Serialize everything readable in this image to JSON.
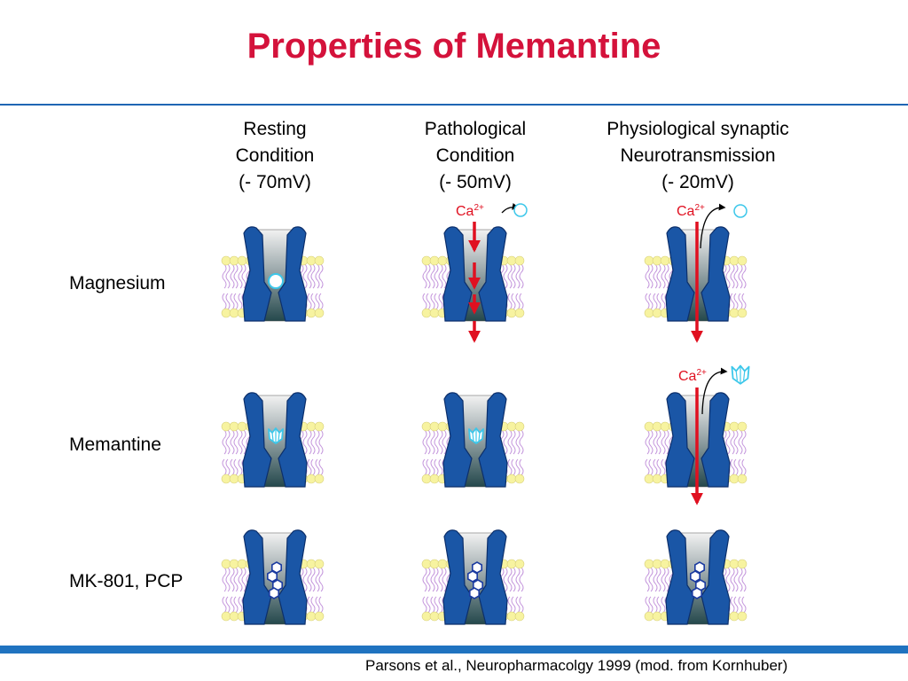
{
  "title": "Properties of Memantine",
  "columns": [
    {
      "lines": [
        "Resting",
        "Condition",
        "(- 70mV)"
      ]
    },
    {
      "lines": [
        "Pathological",
        "Condition",
        "(- 50mV)"
      ]
    },
    {
      "lines": [
        "Physiological synaptic",
        "Neurotransmission",
        "(- 20mV)"
      ]
    }
  ],
  "rows": [
    {
      "label": "Magnesium"
    },
    {
      "label": "Memantine"
    },
    {
      "label": "MK-801, PCP"
    }
  ],
  "ion": {
    "symbol": "Ca",
    "charge": "2+"
  },
  "citation": "Parsons et al., Neuropharmacolgy 1999 (mod. from Kornhuber)",
  "colors": {
    "title": "#d4123b",
    "rule": "#1f66b4",
    "channel": "#1a56a6",
    "channel_outline": "#0c2f6b",
    "lipid_head": "#f7f3a0",
    "lipid_tail": "#c496dc",
    "ion_arrow": "#e01020",
    "blocker": "#3cc7ea",
    "mk801": "#1a3aa0"
  }
}
